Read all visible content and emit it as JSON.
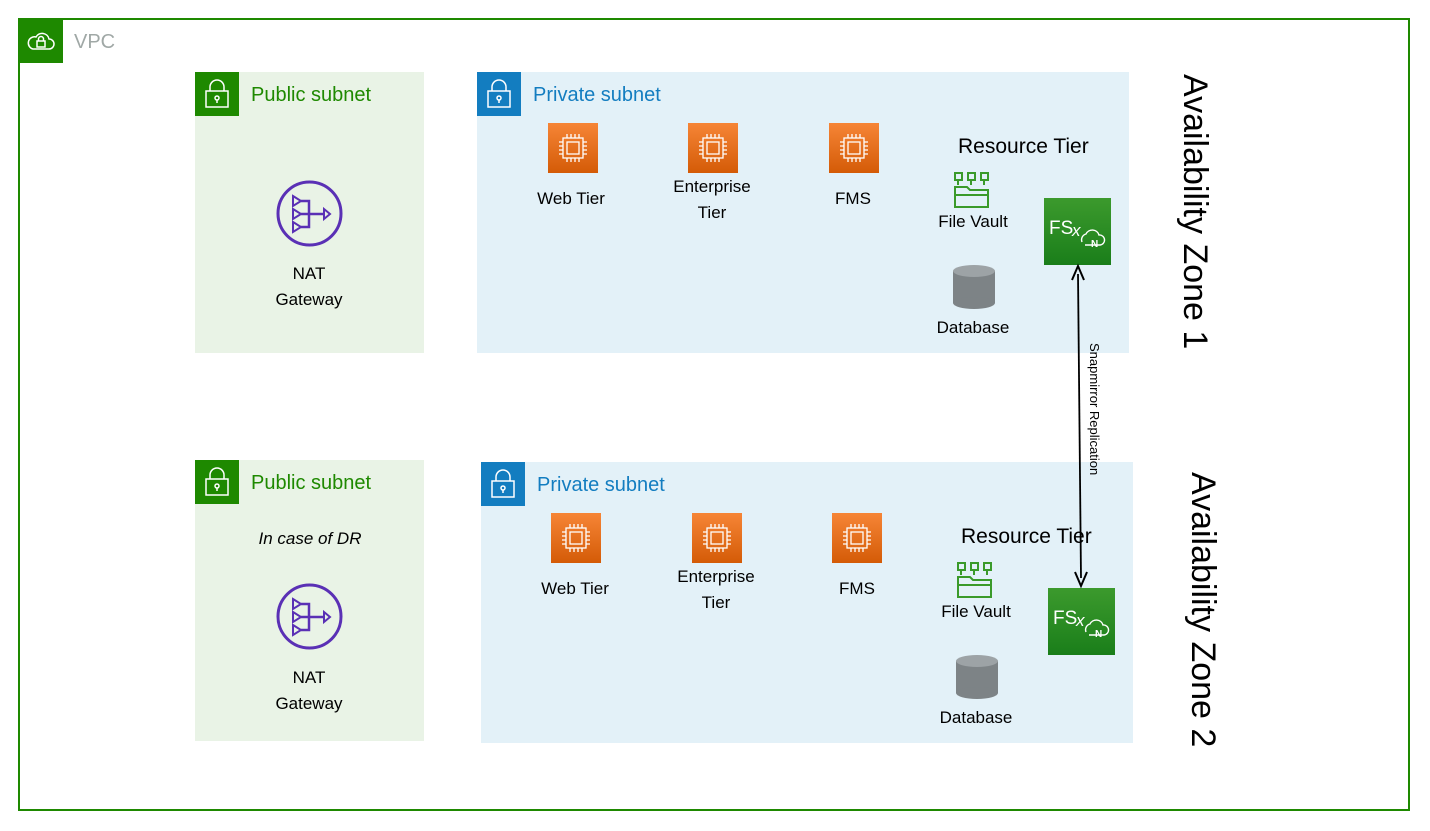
{
  "vpc": {
    "label": "VPC",
    "icon": "vpc-cloud-lock-icon"
  },
  "zones": [
    {
      "label": "Availability Zone 1",
      "public_subnet": {
        "title": "Public subnet",
        "note": "",
        "nat": {
          "line1": "NAT",
          "line2": "Gateway",
          "icon": "nat-gateway-icon"
        }
      },
      "private_subnet": {
        "title": "Private subnet",
        "web_tier": "Web Tier",
        "enterprise_tier_1": "Enterprise",
        "enterprise_tier_2": "Tier",
        "fms": "FMS",
        "resource_tier": "Resource Tier",
        "file_vault": "File Vault",
        "database": "Database",
        "fsx": "FSx ONTAP"
      }
    },
    {
      "label": "Availability Zone 2",
      "public_subnet": {
        "title": "Public subnet",
        "note": "In case of DR",
        "nat": {
          "line1": "NAT",
          "line2": "Gateway",
          "icon": "nat-gateway-icon"
        }
      },
      "private_subnet": {
        "title": "Private subnet",
        "web_tier": "Web Tier",
        "enterprise_tier_1": "Enterprise",
        "enterprise_tier_2": "Tier",
        "fms": "FMS",
        "resource_tier": "Resource Tier",
        "file_vault": "File Vault",
        "database": "Database",
        "fsx": "FSx ONTAP"
      }
    }
  ],
  "replication": {
    "label": "Snapmirror Replication"
  },
  "colors": {
    "vpc_green": "#1e8900",
    "private_blue": "#137dc0",
    "nat_purple": "#5a30b5",
    "ec2_orange": "#ed7100",
    "fsx_green": "#3c9a2d"
  }
}
